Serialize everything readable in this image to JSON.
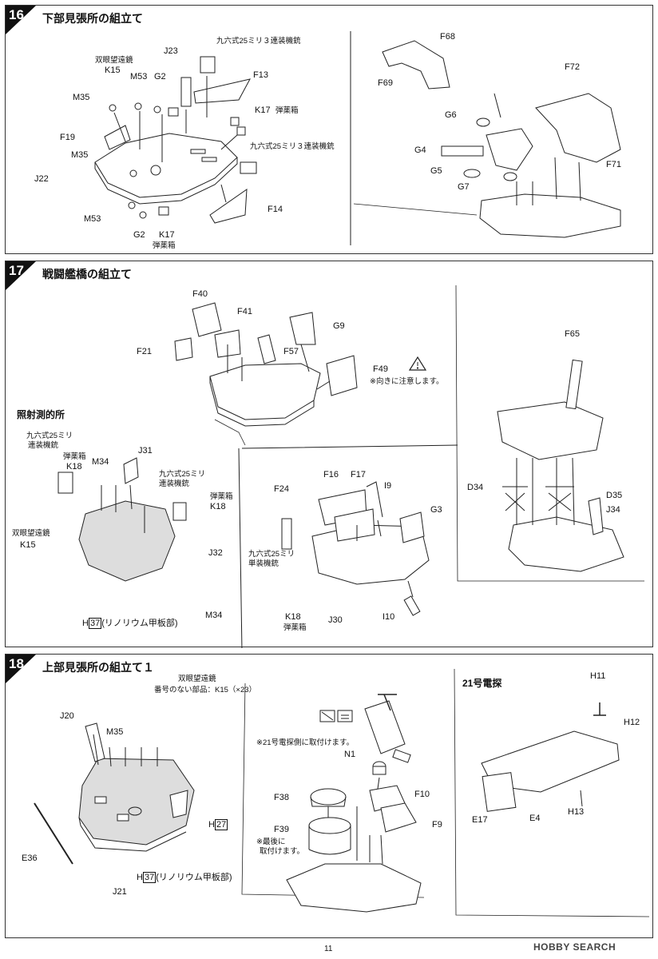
{
  "steps": [
    {
      "num": "16",
      "title": "下部見張所の組立て"
    },
    {
      "num": "17",
      "title": "戦闘艦橋の組立て"
    },
    {
      "num": "18",
      "title": "上部見張所の組立て１"
    }
  ],
  "p16": {
    "binocular": "双眼望遠鏡",
    "k15": "K15",
    "m53a": "M53",
    "g2a": "G2",
    "j23": "J23",
    "aa3_top": "九六式25ミリ３連装機銃",
    "f13": "F13",
    "m35a": "M35",
    "k17a": "K17",
    "ammo": "弾薬箱",
    "f19": "F19",
    "m35b": "M35",
    "aa3_mid": "九六式25ミリ３連装機銃",
    "j22": "J22",
    "m53b": "M53",
    "f14": "F14",
    "g2b": "G2",
    "k17b": "K17",
    "ammo2": "弾薬箱",
    "f68": "F68",
    "f69": "F69",
    "f72": "F72",
    "g6": "G6",
    "g4": "G4",
    "f71": "F71",
    "g5": "G5",
    "g7": "G7"
  },
  "p17": {
    "f40": "F40",
    "f41": "F41",
    "g9": "G9",
    "f21": "F21",
    "f57": "F57",
    "f49": "F49",
    "f49_note": "※向きに注意します。",
    "sub_title": "照射測的所",
    "aa_l1": "九六式25ミリ",
    "aa_l2": "連装機銃",
    "ammo": "弾薬箱",
    "k18a": "K18",
    "m34a": "M34",
    "j31": "J31",
    "aa_r1": "九六式25ミリ",
    "aa_r2": "連装機銃",
    "ammo_r": "弾薬箱",
    "k18b": "K18",
    "binocular": "双眼望遠鏡",
    "k15": "K15",
    "j32": "J32",
    "m34b": "M34",
    "h": "H",
    "h37": "37",
    "linoleum": "(リノリウム甲板部)",
    "f16": "F16",
    "f17": "F17",
    "i9": "I9",
    "f24": "F24",
    "g3": "G3",
    "aa_s1": "九六式25ミリ",
    "aa_s2": "単装機銃",
    "k18c": "K18",
    "ammo_s": "弾薬箱",
    "j30": "J30",
    "i10": "I10",
    "f65": "F65",
    "d34": "D34",
    "d35": "D35",
    "j34": "J34"
  },
  "p18": {
    "binocular": "双眼望遠鏡",
    "unnumbered": "番号のない部品：K15（×23）",
    "j20": "J20",
    "m35": "M35",
    "h": "H",
    "h27": "27",
    "e36": "E36",
    "h37": "37",
    "linoleum": "(リノリウム甲板部)",
    "j21": "J21",
    "radar_note": "※21号電探側に取付けます。",
    "n1": "N1",
    "f10": "F10",
    "f38": "F38",
    "f9": "F9",
    "f39": "F39",
    "last_note1": "※最後に",
    "last_note2": "取付けます。",
    "radar_title": "21号電探",
    "h11": "H11",
    "h12": "H12",
    "e17": "E17",
    "e4": "E4",
    "h13": "H13"
  },
  "page_number": "11",
  "watermark": "HOBBY SEARCH"
}
